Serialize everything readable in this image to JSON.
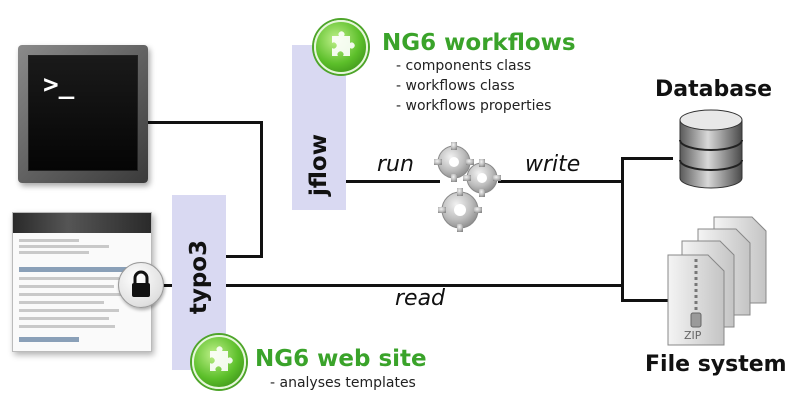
{
  "workflows": {
    "title": "NG6 workflows",
    "items": [
      "- components class",
      "- workflows class",
      "- workflows properties"
    ]
  },
  "website": {
    "title": "NG6 web site",
    "items": [
      "- analyses templates"
    ]
  },
  "bars": {
    "jflow": "jflow",
    "typo3": "typo3"
  },
  "edges": {
    "run": "run",
    "write": "write",
    "read": "read"
  },
  "targets": {
    "database": "Database",
    "filesystem": "File system",
    "zip": "ZIP"
  },
  "terminal": {
    "prompt": ">_"
  },
  "colors": {
    "green": "#3aa32a",
    "bar": "#d9d9f2",
    "line": "#111111"
  },
  "icons": [
    "terminal-icon",
    "website-screenshot",
    "lock-icon",
    "puzzle-icon",
    "gears-icon",
    "database-icon",
    "zip-files-icon"
  ]
}
